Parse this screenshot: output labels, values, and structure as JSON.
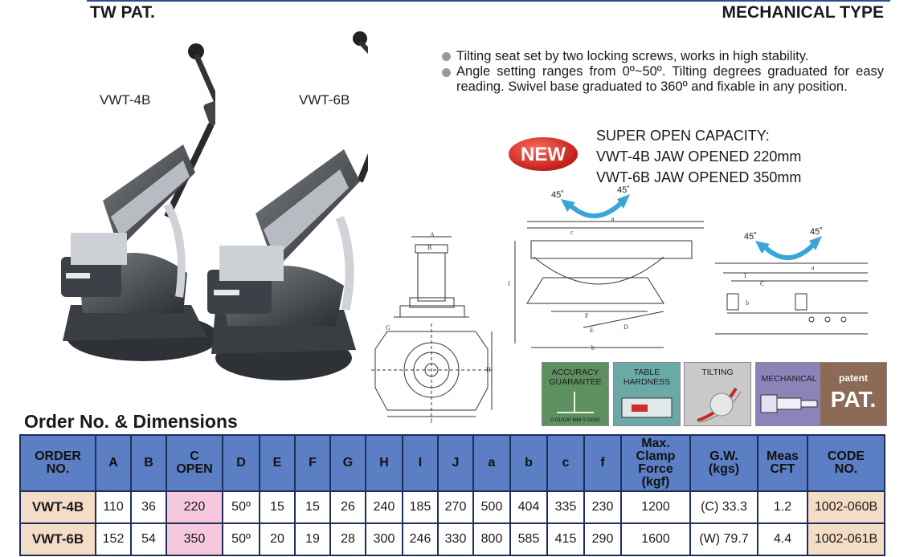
{
  "header": {
    "left_title": "TW PAT.",
    "right_title": "MECHANICAL TYPE"
  },
  "models": {
    "left_label": "VWT-4B",
    "right_label": "VWT-6B"
  },
  "features_list": [
    "Tilting seat set by two locking screws, works in high stability.",
    "Angle setting ranges from 0º~50º. Tilting degrees graduated for easy reading. Swivel base graduated to 360º and fixable in any position."
  ],
  "new_badge": "NEW",
  "capacity": {
    "heading": "SUPER OPEN CAPACITY:",
    "line1": "VWT-4B JAW OPENED 220mm",
    "line2": "VWT-6B JAW OPENED 350mm"
  },
  "drawing_labels": {
    "angle_left": "45˚",
    "angle_right": "45˚",
    "a": "a",
    "b": "b",
    "c": "c",
    "f": "f",
    "I": "I",
    "C": "C",
    "D": "D",
    "E": "E",
    "F": "F",
    "A": "A",
    "B": "B",
    "G": "G",
    "H": "H",
    "J": "J"
  },
  "feature_icons": [
    {
      "label_line1": "ACCURACY",
      "label_line2": "GUARANTEE",
      "caption": "0.01/100 MM  0.02/50",
      "color": "#5e8f5e"
    },
    {
      "label_line1": "TABLE",
      "label_line2": "HARDNESS",
      "color": "#6aa9a6"
    },
    {
      "label_line1": "TILTING",
      "label_line2": "",
      "color": "#c9c9c9"
    },
    {
      "label_line1": "MECHANICAL",
      "label_line2": "",
      "color": "#8a84b8"
    },
    {
      "label_line1": "patent",
      "label_line2": "PAT.",
      "color": "#8c6a55"
    }
  ],
  "section_title": "Order No. & Dimensions",
  "table": {
    "headers": [
      [
        "ORDER",
        "NO."
      ],
      [
        "A"
      ],
      [
        "B"
      ],
      [
        "C",
        "OPEN"
      ],
      [
        "D"
      ],
      [
        "E"
      ],
      [
        "F"
      ],
      [
        "G"
      ],
      [
        "H"
      ],
      [
        "I"
      ],
      [
        "J"
      ],
      [
        "a"
      ],
      [
        "b"
      ],
      [
        "c"
      ],
      [
        "f"
      ],
      [
        "Max.",
        "Clamp",
        "Force",
        "(kgf)"
      ],
      [
        "G.W.",
        "(kgs)"
      ],
      [
        "Meas",
        "CFT"
      ],
      [
        "CODE",
        "NO."
      ]
    ],
    "rows": [
      [
        "VWT-4B",
        "110",
        "36",
        "220",
        "50º",
        "15",
        "15",
        "26",
        "240",
        "185",
        "270",
        "500",
        "404",
        "335",
        "230",
        "1200",
        "(C) 33.3",
        "1.2",
        "1002-060B"
      ],
      [
        "VWT-6B",
        "152",
        "54",
        "350",
        "50º",
        "20",
        "19",
        "28",
        "300",
        "246",
        "330",
        "800",
        "585",
        "415",
        "290",
        "1600",
        "(W) 79.7",
        "4.4",
        "1002-061B"
      ]
    ]
  },
  "colors": {
    "header_blue": "#5b7ec4",
    "border_navy": "#1e2f5c",
    "order_peach": "#f4dcc7",
    "open_pink": "#f5c8dc",
    "arrow_blue": "#3aa6d8",
    "badge_red": "#d8211c"
  }
}
